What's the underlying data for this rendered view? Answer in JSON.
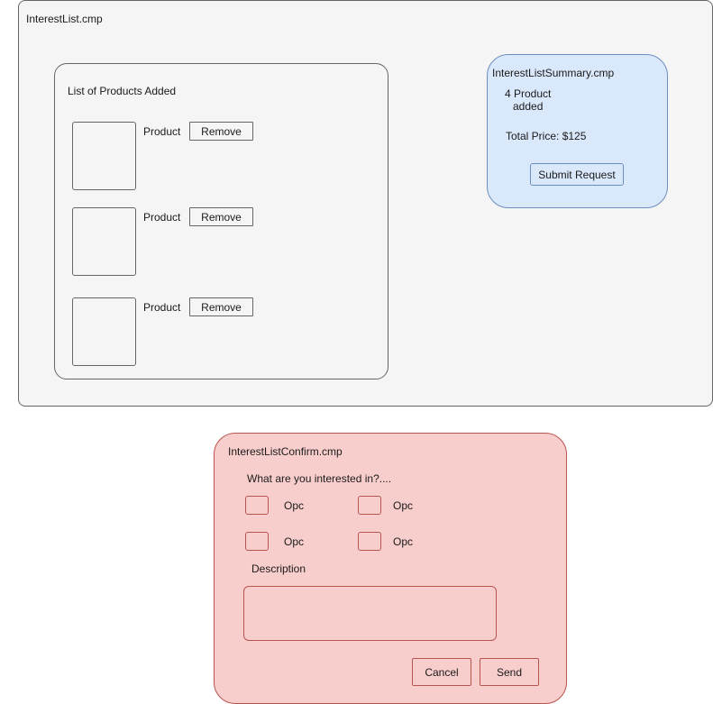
{
  "interest_list": {
    "title": "InterestList.cmp",
    "products_panel": {
      "title": "List of Products Added",
      "items": [
        {
          "label": "Product",
          "remove_label": "Remove"
        },
        {
          "label": "Product",
          "remove_label": "Remove"
        },
        {
          "label": "Product",
          "remove_label": "Remove"
        }
      ]
    }
  },
  "summary": {
    "title": "InterestListSummary.cmp",
    "count_line1": "4 Product",
    "count_line2": "added",
    "total_price": "Total Price: $125",
    "submit_label": "Submit Request"
  },
  "confirm": {
    "title": "InterestListConfirm.cmp",
    "question": "What are you interested in?....",
    "options": [
      "Opc",
      "Opc",
      "Opc",
      "Opc"
    ],
    "description_label": "Description",
    "description_value": "",
    "cancel_label": "Cancel",
    "send_label": "Send"
  },
  "colors": {
    "container_fill": "#f5f5f5",
    "container_stroke": "#666666",
    "summary_fill": "#dae8fc",
    "summary_stroke": "#6c8ebf",
    "confirm_fill": "#f8cecc",
    "confirm_stroke": "#b85450"
  }
}
